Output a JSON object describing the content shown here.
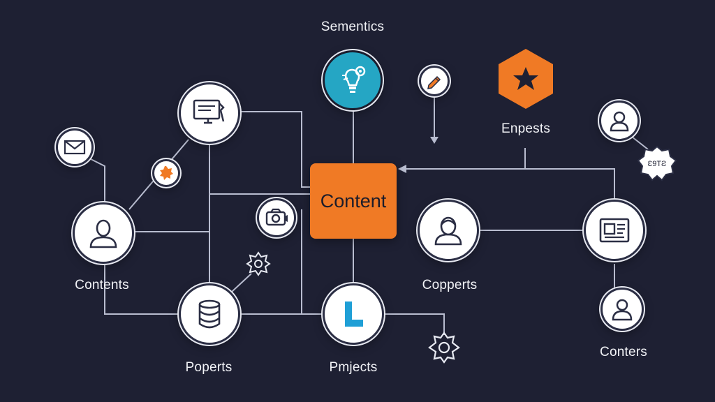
{
  "central": {
    "label": "Content",
    "color": "#f07a25"
  },
  "labels": {
    "semantics": "Sementics",
    "enpests": "Enpests",
    "contents": "Contents",
    "copperts": "Copperts",
    "poperts": "Poperts",
    "projects": "Pmjects",
    "conters": "Conters",
    "badge_text": "Ɛ9TƧ"
  },
  "nodes": [
    {
      "id": "semantics-node",
      "icon": "lightbulb-gear-icon",
      "fill": "#25a6c4"
    },
    {
      "id": "monitor-node",
      "icon": "monitor-tools-icon"
    },
    {
      "id": "mail-node",
      "icon": "envelope-icon"
    },
    {
      "id": "orange-gear-node",
      "icon": "orange-gear-icon"
    },
    {
      "id": "contents-node",
      "icon": "user-icon"
    },
    {
      "id": "camera-node",
      "icon": "camera-gear-icon"
    },
    {
      "id": "database-node",
      "icon": "database-icon"
    },
    {
      "id": "projects-node",
      "icon": "letter-l-icon",
      "accent": "#1f9fd6"
    },
    {
      "id": "copperts-node",
      "icon": "user-icon"
    },
    {
      "id": "media-node",
      "icon": "media-card-icon"
    },
    {
      "id": "conters-node",
      "icon": "user-icon"
    },
    {
      "id": "top-right-user-node",
      "icon": "user-icon"
    },
    {
      "id": "pen-node",
      "icon": "pencil-icon"
    },
    {
      "id": "hexagon-badge",
      "icon": "star-icon",
      "fill": "#f07a25"
    }
  ],
  "colors": {
    "background": "#1e2033",
    "wire": "#b9bdd0",
    "accent_orange": "#f07a25",
    "accent_teal": "#25a6c4"
  }
}
